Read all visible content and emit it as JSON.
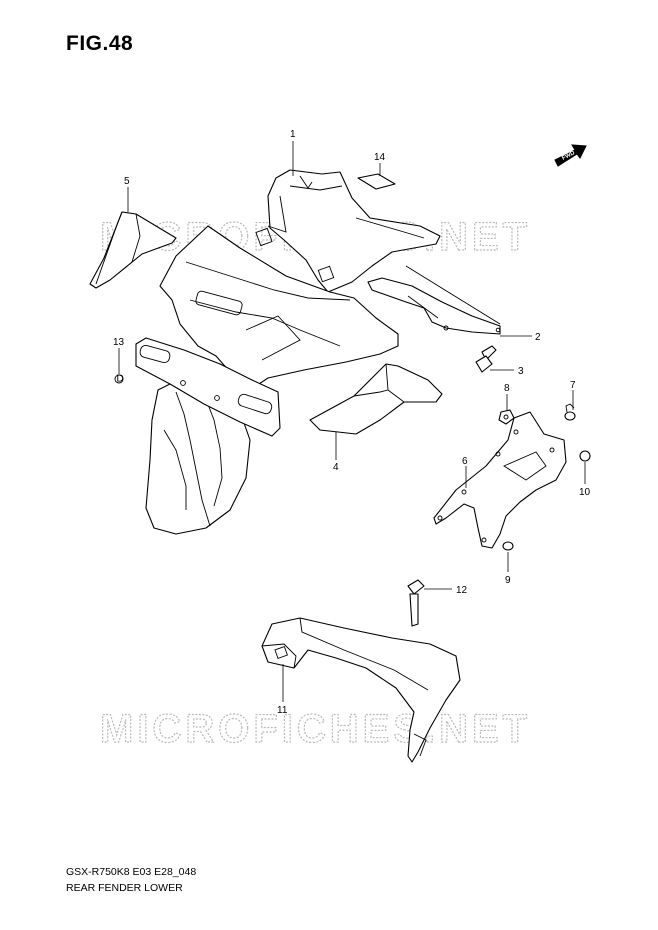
{
  "figure": {
    "title": "FIG.48",
    "model_code": "GSX-R750K8 E03 E28_048",
    "name": "REAR FENDER LOWER"
  },
  "watermark": "MICROFICHES.NET",
  "fwd_badge": "FWD",
  "callouts": [
    "1",
    "2",
    "3",
    "4",
    "5",
    "6",
    "7",
    "8",
    "9",
    "10",
    "11",
    "12",
    "13",
    "14"
  ],
  "colors": {
    "line": "#000000",
    "watermark": "#b9b9b9",
    "background": "#ffffff"
  }
}
